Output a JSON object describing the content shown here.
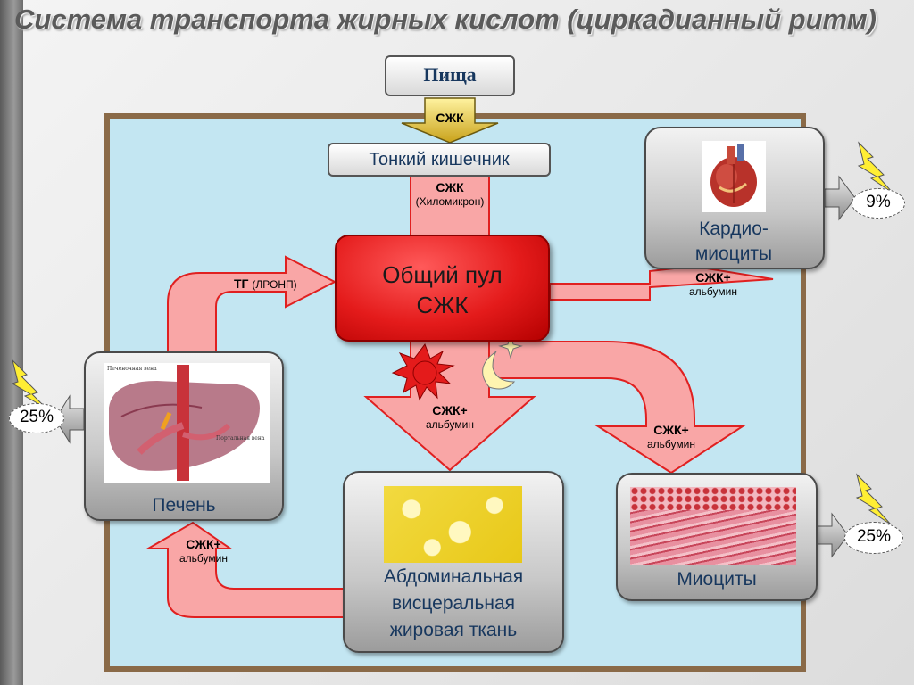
{
  "title": "Система транспорта жирных кислот (циркадианный ритм)",
  "food": "Пища",
  "food_arrow_label": "СЖК",
  "intestine": "Тонкий кишечник",
  "chylomicron_label": {
    "main": "СЖК",
    "sub": "(Хиломикрон)"
  },
  "pool": {
    "line1": "Общий пул",
    "line2": "СЖК"
  },
  "liver_arrow_label": {
    "main": "ТГ",
    "sub": "(ЛРОНП)"
  },
  "cardio_arrow_label": {
    "main": "СЖК+",
    "sub": "альбумин"
  },
  "adipose_arrow_label": {
    "main": "СЖК+",
    "sub": "альбумин"
  },
  "myocyte_arrow_label": {
    "main": "СЖК+",
    "sub": "альбумин"
  },
  "return_arrow_label": {
    "main": "СЖК+",
    "sub": "альбумин"
  },
  "cardiomyocytes": {
    "line1": "Кардио-",
    "line2": "миоциты"
  },
  "liver": "Печень",
  "liver_image_labels": {
    "hepatic_vein": "Печеночная вена",
    "portal_vein": "Портальная вена"
  },
  "adipose": {
    "line1": "Абдоминальная",
    "line2": "висцеральная",
    "line3": "жировая ткань"
  },
  "myocytes": "Миоциты",
  "percents": {
    "cardio": "9%",
    "liver": "25%",
    "myocytes": "25%"
  },
  "colors": {
    "arrow_fill": "#f9a6a6",
    "arrow_stroke": "#e02020",
    "pool": "#e41b1b",
    "frame_border": "#8a6a48",
    "frame_fill": "#c3e6f2",
    "text_blue": "#17375e"
  }
}
